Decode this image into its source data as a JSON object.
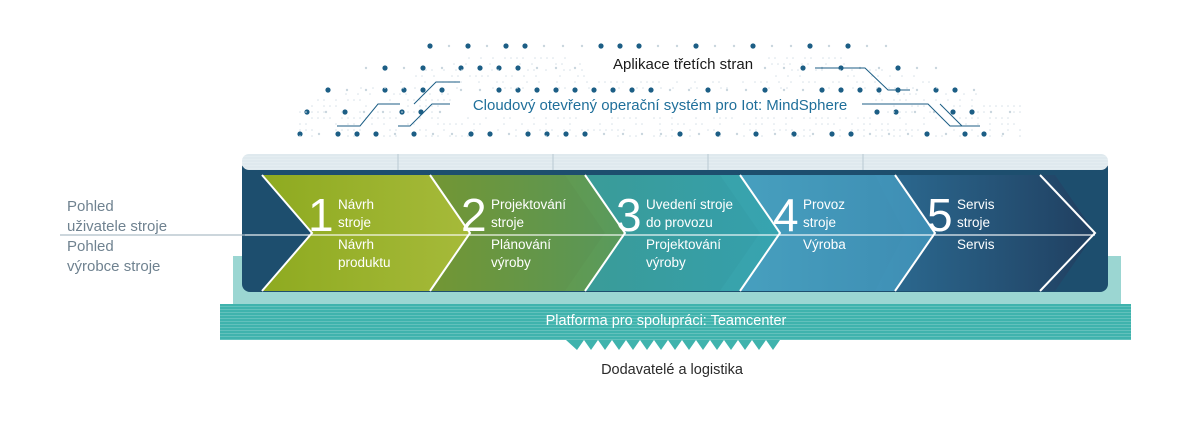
{
  "top": {
    "third_party_apps": "Aplikace třetích stran",
    "cloud_os": "Cloudový otevřený operační systém pro Iot: MindSphere"
  },
  "left_labels": {
    "machine_user_view": [
      "Pohled",
      "uživatele stroje"
    ],
    "machine_maker_view": [
      "Pohled",
      "výrobce stroje"
    ]
  },
  "stages": [
    {
      "number": "1",
      "user_view": [
        "Návrh",
        "stroje"
      ],
      "maker_view": [
        "Návrh",
        "produktu"
      ]
    },
    {
      "number": "2",
      "user_view": [
        "Projektování",
        "stroje"
      ],
      "maker_view": [
        "Plánování",
        "výroby"
      ]
    },
    {
      "number": "3",
      "user_view": [
        "Uvedení stroje",
        "do provozu"
      ],
      "maker_view": [
        "Projektování",
        "výroby"
      ]
    },
    {
      "number": "4",
      "user_view": [
        "Provoz",
        "stroje"
      ],
      "maker_view": [
        "Výroba"
      ]
    },
    {
      "number": "5",
      "user_view": [
        "Servis",
        "stroje"
      ],
      "maker_view": [
        "Servis"
      ]
    }
  ],
  "platform": {
    "label": "Platforma pro spolupráci: Teamcenter",
    "suppliers": "Dodavatelé a logistika"
  },
  "colors": {
    "dark_blue": "#1d4e6e",
    "stage1": "#9bb324",
    "stage2": "#6c9a3e",
    "stage3": "#3aa3a0",
    "stage4": "#4fa9c6",
    "stage5": "#2f6d8f",
    "platform": "#3fb3ad",
    "platform_light": "#9bd6d2",
    "dot": "#1c5e85",
    "title_blue": "#1f6f9a"
  }
}
